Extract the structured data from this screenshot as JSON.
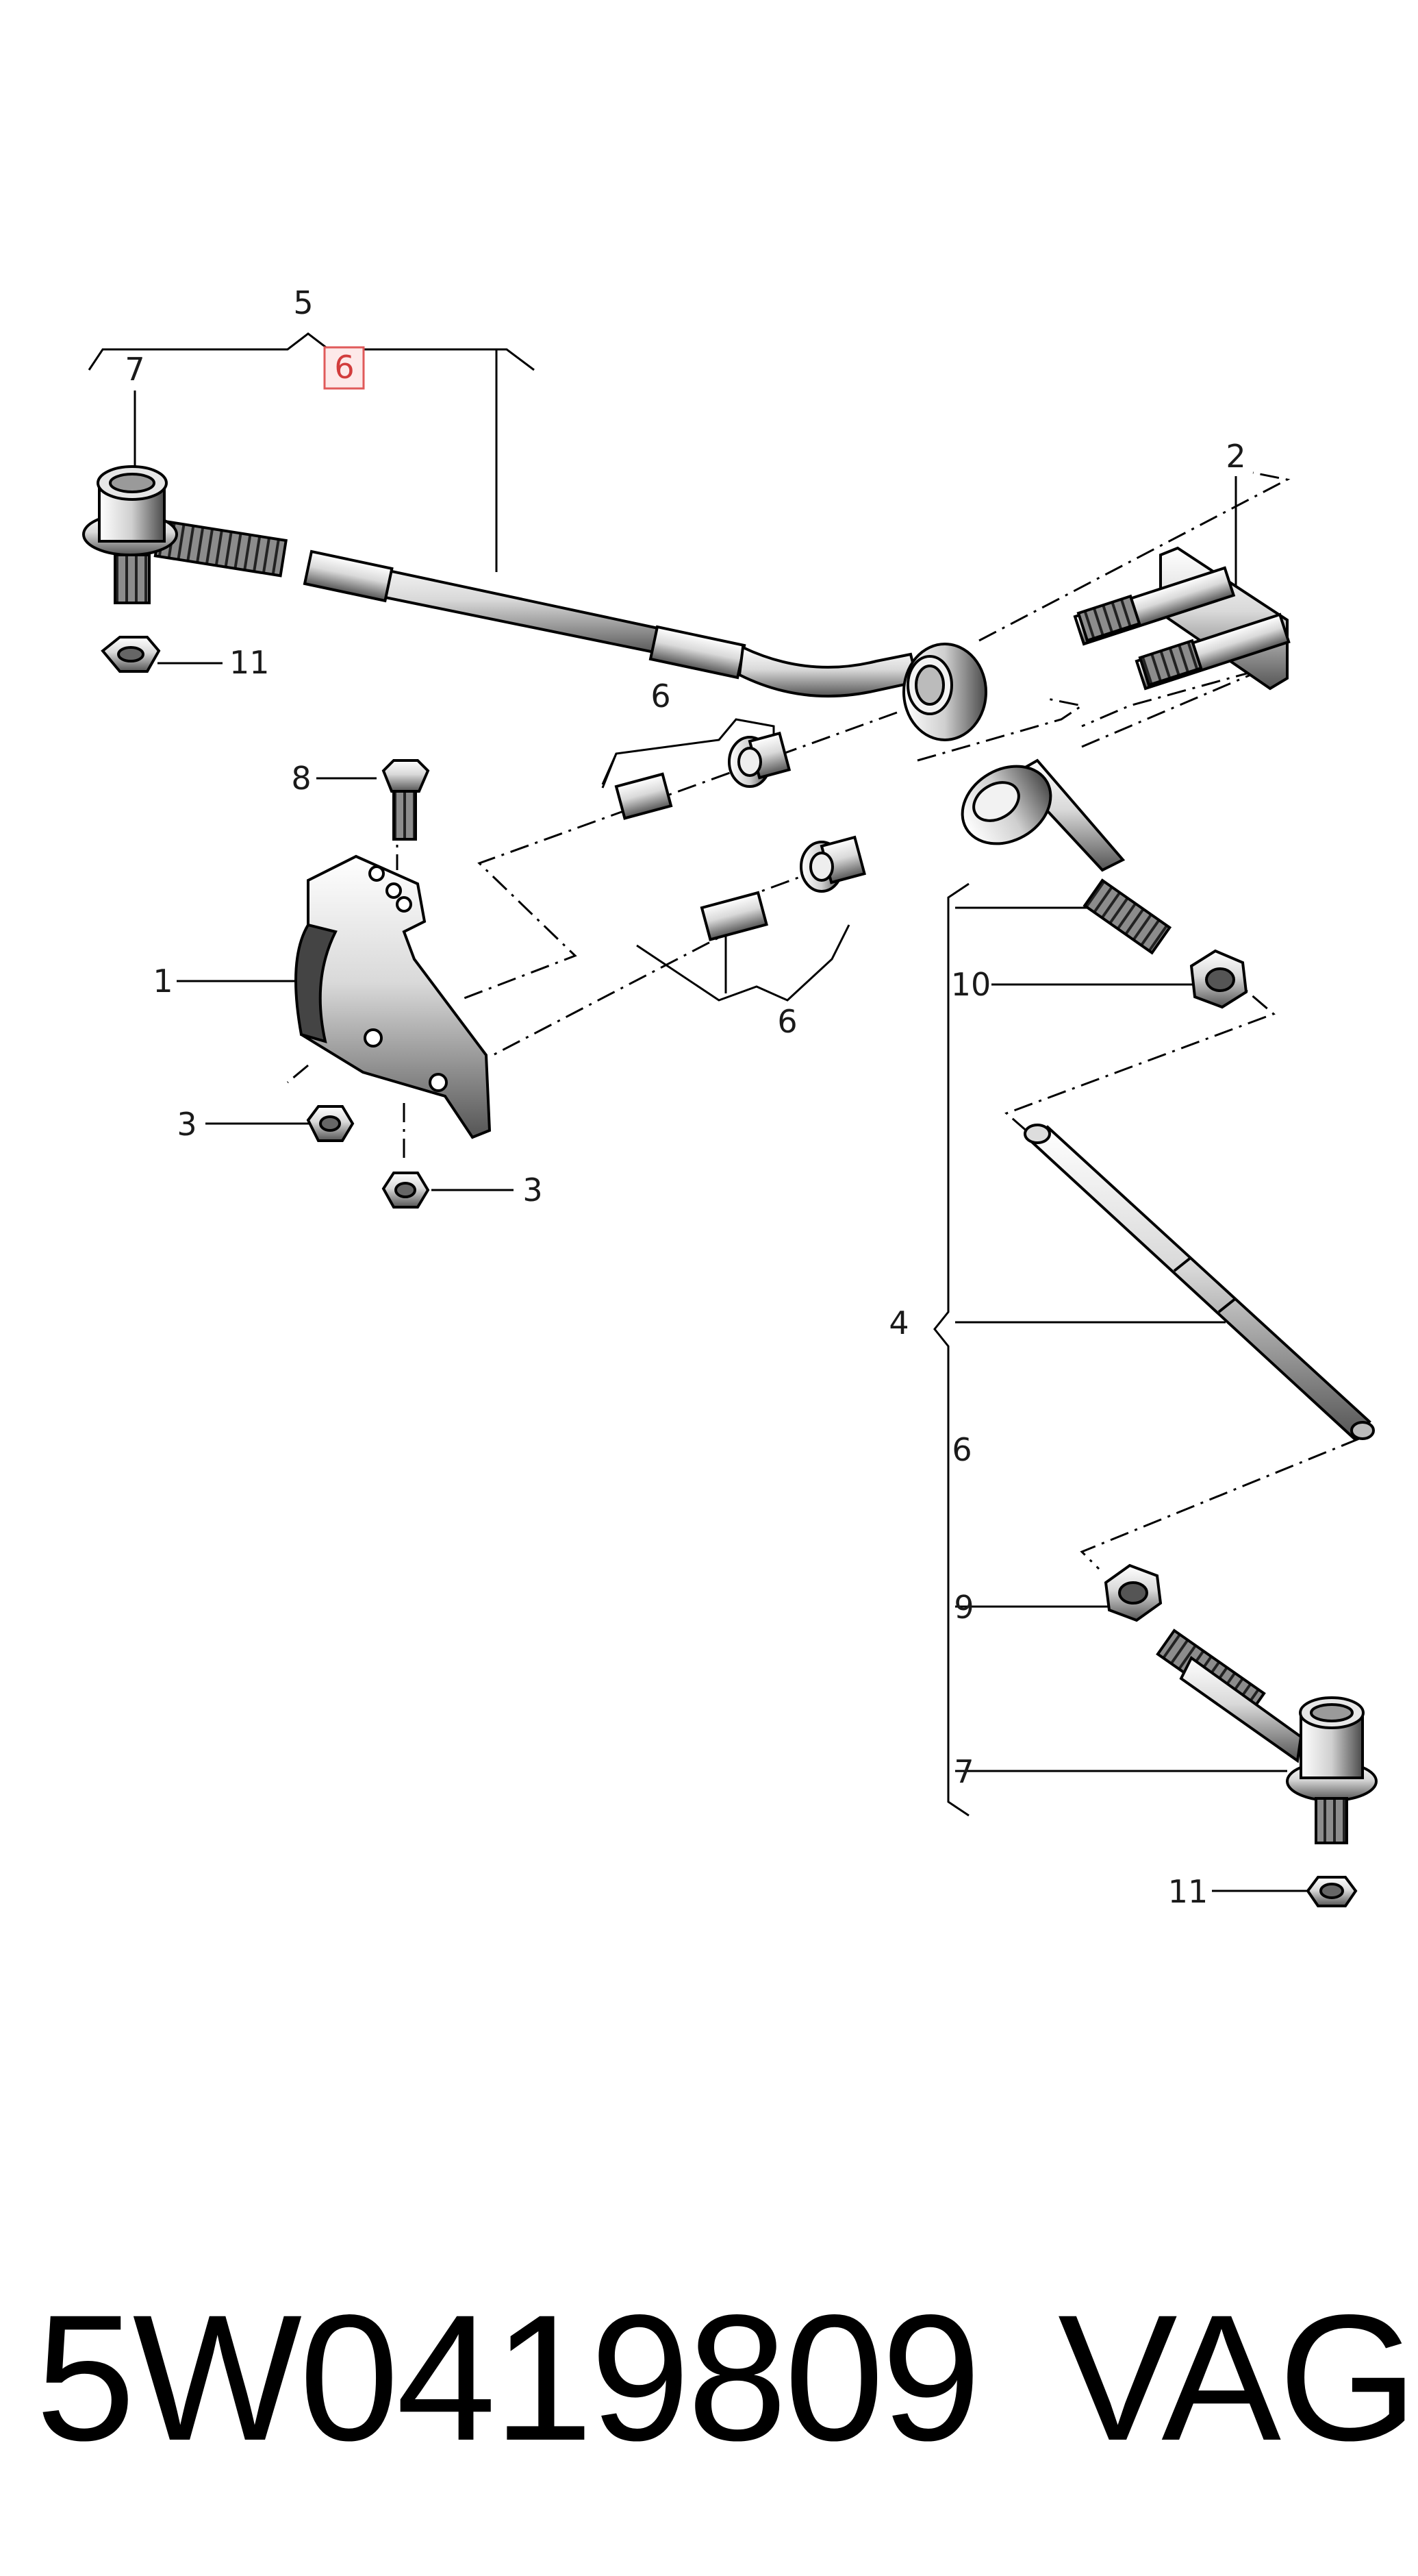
{
  "diagram": {
    "callouts": {
      "c1": "1",
      "c2": "2",
      "c3a": "3",
      "c3b": "3",
      "c4": "4",
      "c5": "5",
      "c6_highlight": "6",
      "c6_top": "6",
      "c6_mid": "6",
      "c6_right": "6",
      "c7_top": "7",
      "c7_bottom": "7",
      "c8": "8",
      "c9": "9",
      "c10": "10",
      "c11_top": "11",
      "c11_bottom": "11"
    },
    "highlight_color": "#e05a5a"
  },
  "footer": {
    "part_number": "5W0419809",
    "brand": "VAG"
  }
}
